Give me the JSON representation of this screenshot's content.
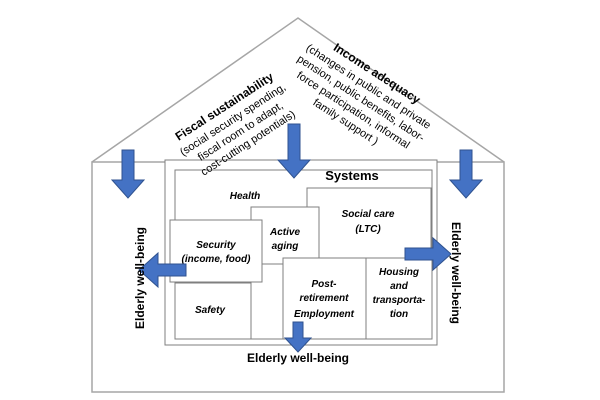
{
  "title_label": "Systems",
  "roof": {
    "left": {
      "heading": "Fiscal sustainability",
      "lines": [
        "(social security spending,",
        "fiscal room to adapt,",
        "cost-cutting potentials)"
      ]
    },
    "right": {
      "heading": "Income adequacy",
      "lines": [
        "(changes in public and private",
        "pension, public benefits, labor-",
        "force participation, informal",
        "family support )"
      ]
    }
  },
  "wellbeing": {
    "left": "Elderly well-being",
    "right": "Elderly well-being",
    "bottom": "Elderly well-being"
  },
  "systems": {
    "health": "Health",
    "active_aging": [
      "Active",
      "aging"
    ],
    "social_care": [
      "Social care",
      "(LTC)"
    ],
    "security": [
      "Security",
      "(income, food)"
    ],
    "safety": "Safety",
    "post_retirement": [
      "Post-",
      "retirement",
      "Employment"
    ],
    "housing": [
      "Housing",
      "and",
      "transporta-",
      "tion"
    ]
  },
  "colors": {
    "arrow_fill": "#4472C4",
    "arrow_stroke": "#2F528F",
    "house_stroke": "#A6A6A6",
    "box_stroke": "#7F7F7F"
  }
}
